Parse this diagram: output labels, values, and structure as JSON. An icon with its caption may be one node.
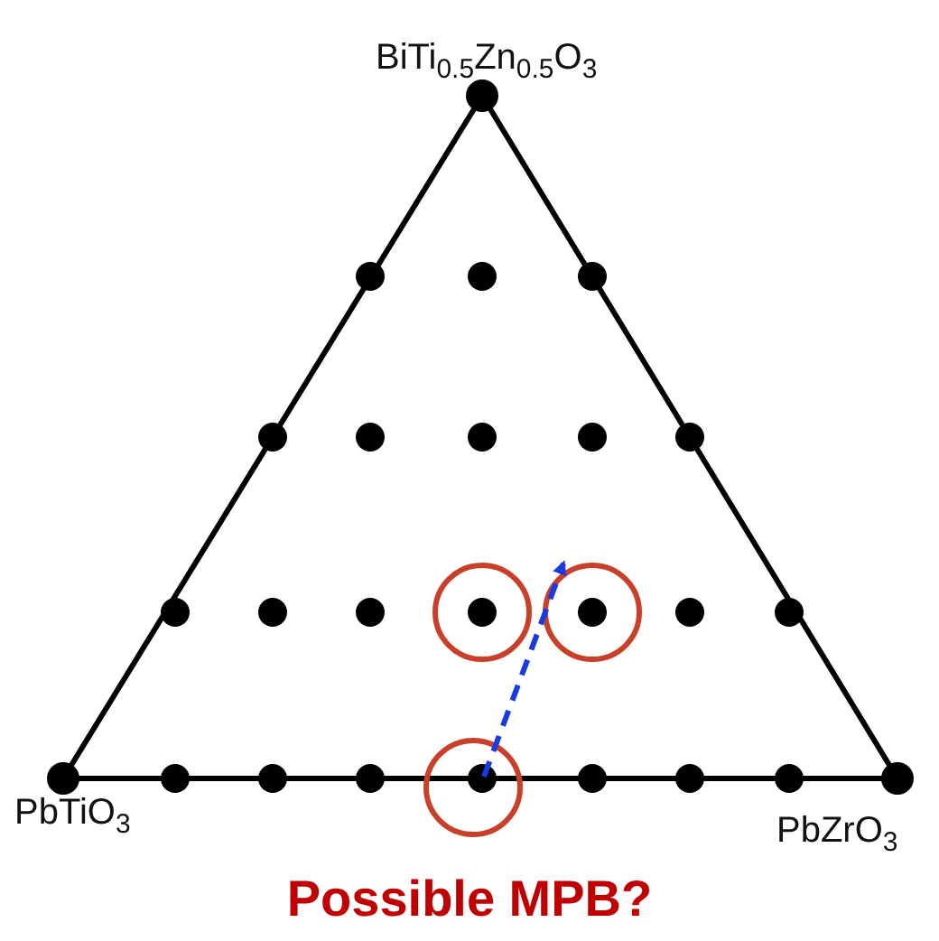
{
  "diagram": {
    "caption": "Possible MPB?",
    "labels": [
      "BiTi$_{0.5}$Zn$_{0.5}$O$_{3}$",
      "PbTiO$_{3}$",
      "PbZrO$_{3}$"
    ]
  }
}
